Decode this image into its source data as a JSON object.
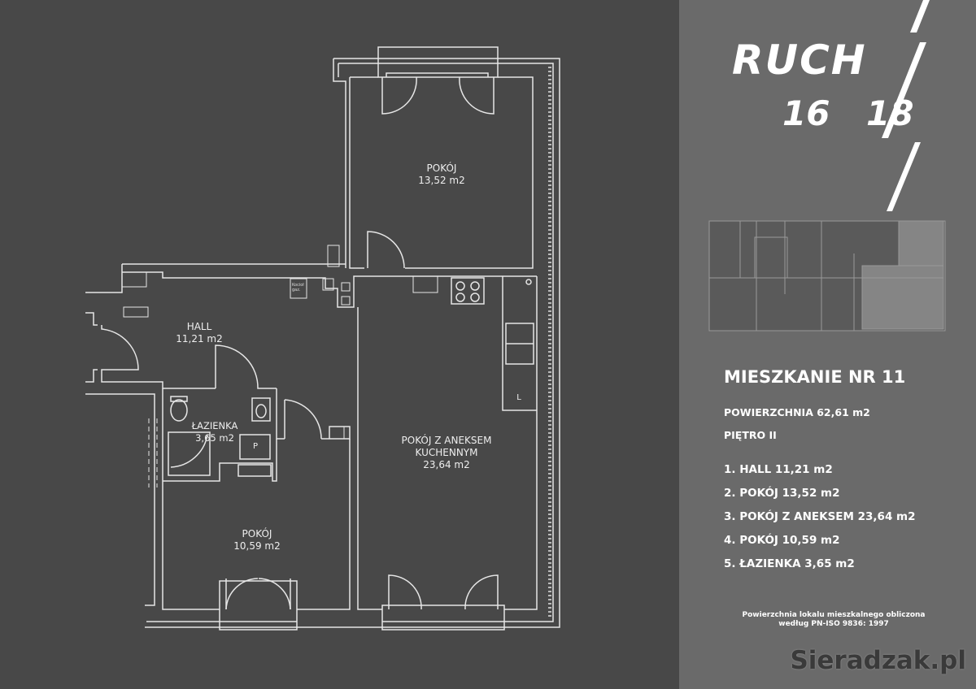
{
  "logo": {
    "line1": "RUCH",
    "num_left": "16",
    "num_right": "18"
  },
  "rooms": {
    "room_top": {
      "name": "POKÓJ",
      "area": "13,52 m2"
    },
    "hall": {
      "name": "HALL",
      "area": "11,21 m2"
    },
    "bathroom": {
      "name": "ŁAZIENKA",
      "area": "3,65 m2"
    },
    "kitchen_room": {
      "name1": "POKÓJ Z ANEKSEM",
      "name2": "KUCHENNYM",
      "area": "23,64 m2"
    },
    "room_bottom": {
      "name": "POKÓJ",
      "area": "10,59 m2"
    },
    "boiler_label": "Kocioł gaz.",
    "p_label": "P",
    "l_label": "L"
  },
  "panel": {
    "title": "MIESZKANIE NR 11",
    "surface": "POWIERZCHNIA 62,61 m2",
    "floor": "PIĘTRO II",
    "list": [
      "1. HALL 11,21 m2",
      "2. POKÓJ 13,52 m2",
      "3. POKÓJ Z ANEKSEM 23,64 m2",
      "4. POKÓJ 10,59 m2",
      "5. ŁAZIENKA 3,65 m2"
    ],
    "note1": "Powierzchnia lokalu mieszkalnego obliczona",
    "note2": "według PN-ISO 9836: 1997",
    "watermark": "Sieradzak.pl"
  },
  "colors": {
    "plan_bg": "#484848",
    "panel_bg": "#6a6a6a",
    "line": "#e6e6e6"
  }
}
